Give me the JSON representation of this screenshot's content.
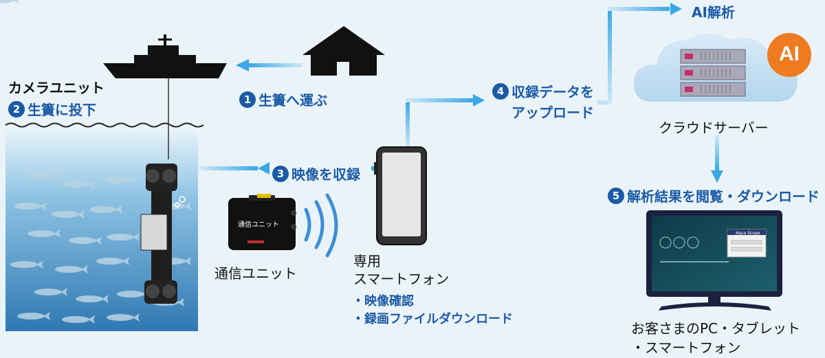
{
  "camera_unit": {
    "title": "カメラユニット",
    "step_num": "2",
    "step_label": "生簀に投下"
  },
  "step1": {
    "num": "1",
    "label": "生簀へ運ぶ"
  },
  "step3": {
    "num": "3",
    "label": "映像を収録"
  },
  "step4": {
    "num": "4",
    "line1": "収録データを",
    "line2": "アップロード"
  },
  "ai_label": "AI解析",
  "ai_badge": "AI",
  "cloud_label": "クラウドサーバー",
  "step5": {
    "num": "5",
    "label": "解析結果を閲覧・ダウンロード"
  },
  "comm_unit": {
    "label": "通信ユニット",
    "case_text": "通信ユニット"
  },
  "smartphone": {
    "line1": "専用",
    "line2": "スマートフォン",
    "feature1": "・映像確認",
    "feature2": "・録画ファイルダウンロード"
  },
  "customer_devices": {
    "line1": "お客さまのPC・タブレット",
    "line2": "・スマートフォン"
  },
  "monitor_screen_title": "Aqua Scope",
  "colors": {
    "accent_blue": "#1a5aa6",
    "arrow_blue": "#5bb6ea",
    "water_top": "#eef6fb",
    "water_bottom": "#2f78b3"
  }
}
